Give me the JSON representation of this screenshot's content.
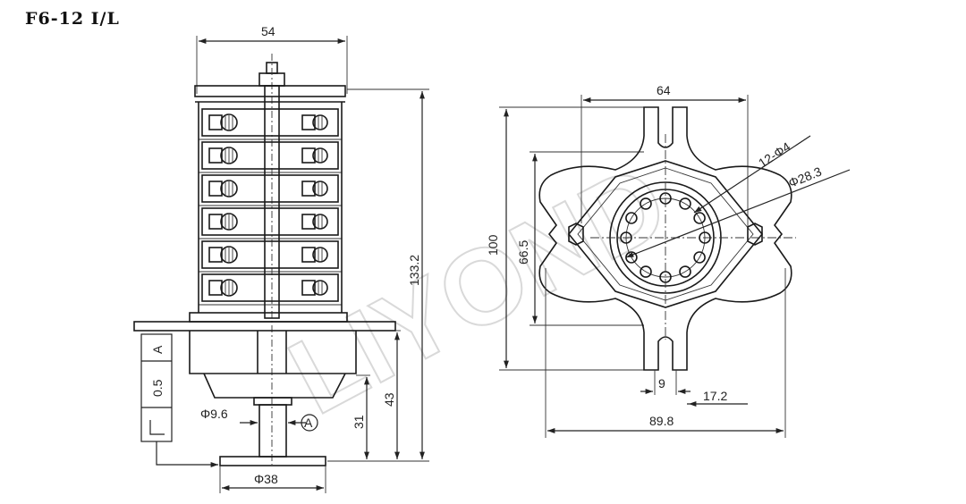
{
  "title": "F6-12 I/L",
  "side_view": {
    "width": "54",
    "height_total": "133.2",
    "height_lower": "43",
    "height_shaft": "31",
    "shaft_dia": "Φ9.6",
    "base_dia": "Φ38",
    "label_a": "A",
    "label_05": "0.5"
  },
  "front_view": {
    "width_top": "64",
    "height_outer": "100",
    "height_inner": "66.5",
    "slot": "9",
    "offset": "17.2",
    "width_bottom": "89.8",
    "holes": "12-Φ4",
    "pcd": "Φ28.3"
  },
  "watermark": "LIYOND"
}
